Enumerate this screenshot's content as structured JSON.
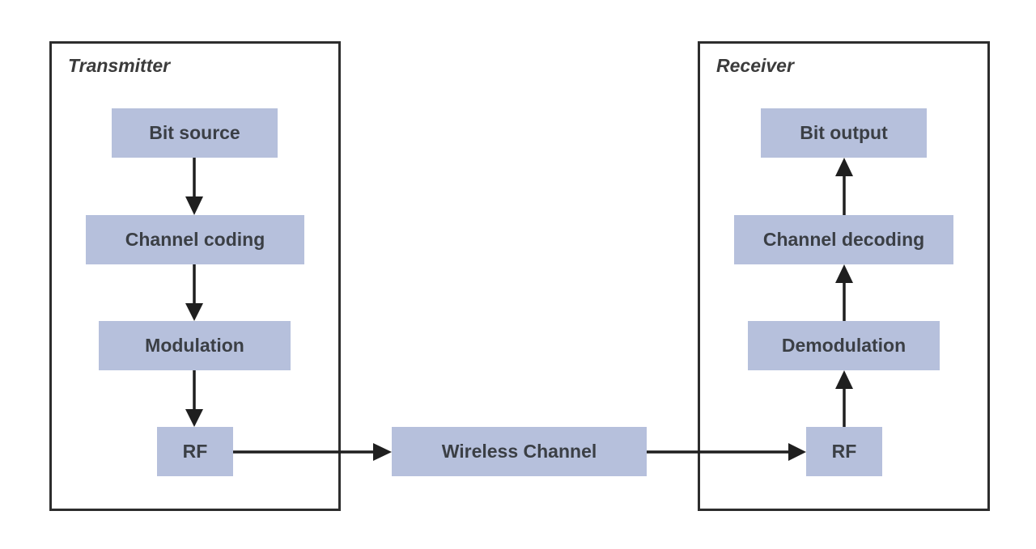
{
  "transmitter": {
    "title": "Transmitter",
    "blocks": {
      "bit_source": "Bit source",
      "channel_coding": "Channel coding",
      "modulation": "Modulation",
      "rf": "RF"
    }
  },
  "channel": {
    "label": "Wireless Channel"
  },
  "receiver": {
    "title": "Receiver",
    "blocks": {
      "bit_output": "Bit output",
      "channel_decoding": "Channel decoding",
      "demodulation": "Demodulation",
      "rf": "RF"
    }
  },
  "colors": {
    "block_fill": "#b6c0dc",
    "border": "#2d2d2d",
    "text": "#3b3f45"
  }
}
